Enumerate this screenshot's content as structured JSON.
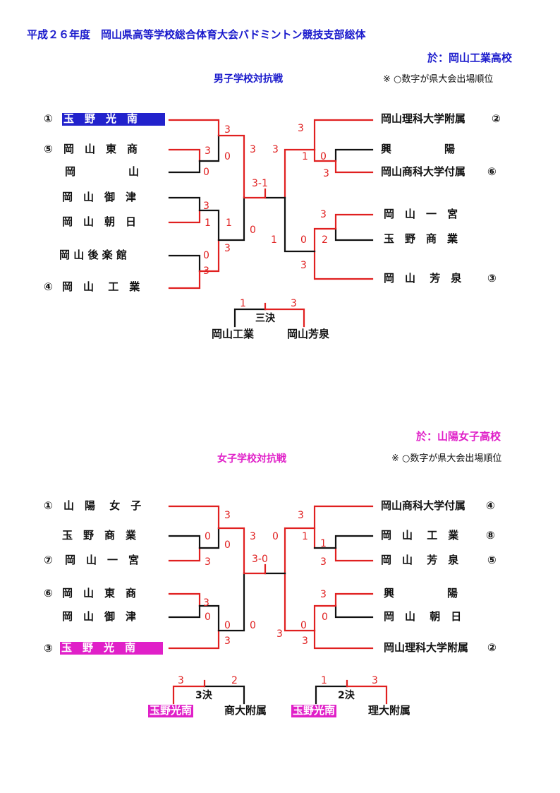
{
  "header": {
    "title": "平成２６年度　岡山県高等学校総合体育大会バドミントン競技支部総体"
  },
  "boys": {
    "venue": "於：岡山工業高校",
    "section_title": "男子学校対抗戦",
    "note": "※ ○数字が県大会出場順位",
    "left_teams": [
      {
        "rank": "①",
        "name": "玉　野　光　南"
      },
      {
        "rank": "⑤",
        "name": "岡　山　東　商"
      },
      {
        "rank": "",
        "name": "岡　　　　　山"
      },
      {
        "rank": "",
        "name": "岡　山　御　津"
      },
      {
        "rank": "",
        "name": "岡　山　朝　日"
      },
      {
        "rank": "",
        "name": "岡 山 後 楽 館"
      },
      {
        "rank": "④",
        "name": "岡　山　 工　業"
      }
    ],
    "right_teams": [
      {
        "rank": "②",
        "name": "岡山理科大学附属"
      },
      {
        "rank": "",
        "name": "興　　　　　陽"
      },
      {
        "rank": "⑥",
        "name": "岡山商科大学付属"
      },
      {
        "rank": "",
        "name": "岡　山　一　宮"
      },
      {
        "rank": "",
        "name": "玉　野　商　業"
      },
      {
        "rank": "③",
        "name": "岡　山　 芳　泉"
      }
    ],
    "final_score": "3-1",
    "third_place": {
      "label": "三決",
      "left": "岡山工業",
      "right": "岡山芳泉",
      "left_score": "1",
      "right_score": "3"
    }
  },
  "girls": {
    "venue": "於：山陽女子高校",
    "section_title": "女子学校対抗戦",
    "note": "※ ○数字が県大会出場順位",
    "left_teams": [
      {
        "rank": "①",
        "name": "山　陽　 女　子"
      },
      {
        "rank": "",
        "name": "玉　野　商　業"
      },
      {
        "rank": "⑦",
        "name": "岡　山　一　宮"
      },
      {
        "rank": "⑥",
        "name": "岡　山　東　商"
      },
      {
        "rank": "",
        "name": "岡　山　御　津"
      },
      {
        "rank": "③",
        "name": "玉　野　光　南"
      }
    ],
    "right_teams": [
      {
        "rank": "④",
        "name": "岡山商科大学付属"
      },
      {
        "rank": "⑧",
        "name": "岡　山　 工　業"
      },
      {
        "rank": "⑤",
        "name": "岡　山　 芳　泉"
      },
      {
        "rank": "",
        "name": "興　　　　　陽"
      },
      {
        "rank": "",
        "name": "岡　山　 朝　日"
      },
      {
        "rank": "②",
        "name": "岡山理科大学附属"
      }
    ],
    "final_score": "3-0",
    "third_place": {
      "label": "3決",
      "left": "玉野光南",
      "right": "商大附属",
      "left_score": "3",
      "right_score": "2"
    },
    "second_place": {
      "label": "2決",
      "left": "玉野光南",
      "right": "理大附属",
      "left_score": "1",
      "right_score": "3"
    }
  }
}
